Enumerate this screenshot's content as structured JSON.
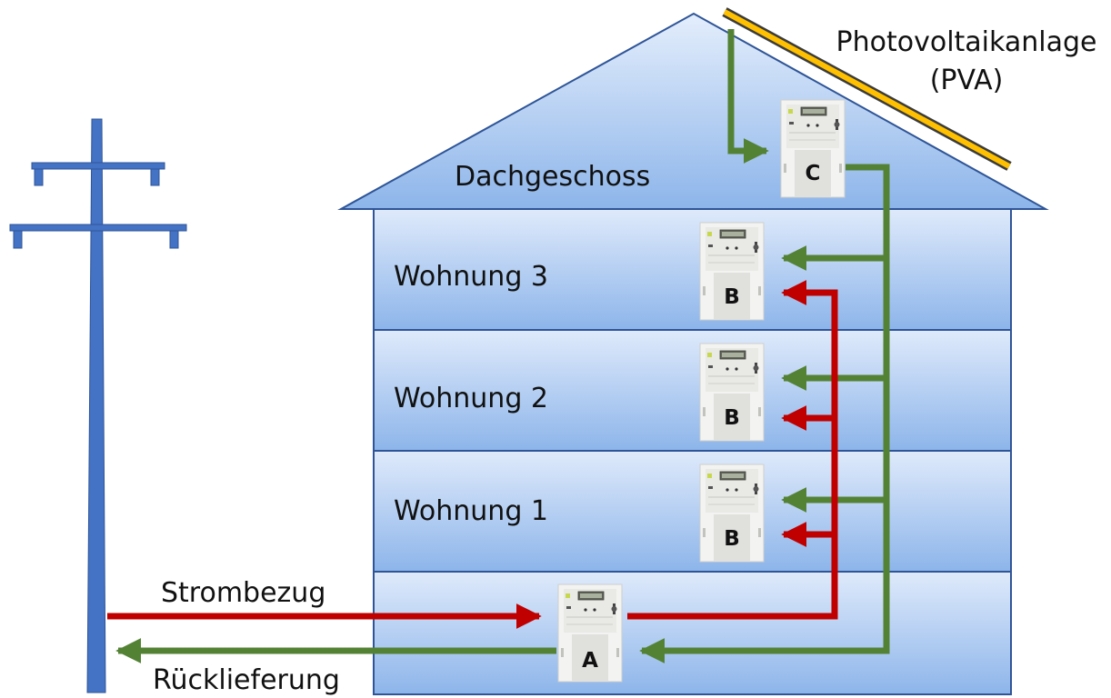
{
  "labels": {
    "pv_line1": "Photovoltaikanlage",
    "pv_line2": "(PVA)",
    "attic": "Dachgeschoss",
    "apt3": "Wohnung 3",
    "apt2": "Wohnung 2",
    "apt1": "Wohnung 1",
    "grid_supply": "Strombezug",
    "grid_feedin": "Rücklieferung"
  },
  "meters": {
    "pv": "C",
    "apt3": "B",
    "apt2": "B",
    "apt1": "B",
    "main": "A"
  },
  "colors": {
    "house_border": "#2f5597",
    "house_top": "#dbe9fb",
    "house_bottom": "#8ab4ec",
    "pole": "#4472c4",
    "consumption_arrow": "#c00000",
    "pv_arrow": "#548235",
    "panel_fill": "#ffc000"
  },
  "icons": {
    "meter": "electricity-meter-icon",
    "pole": "power-pole-icon",
    "panel": "solar-panel-icon"
  }
}
